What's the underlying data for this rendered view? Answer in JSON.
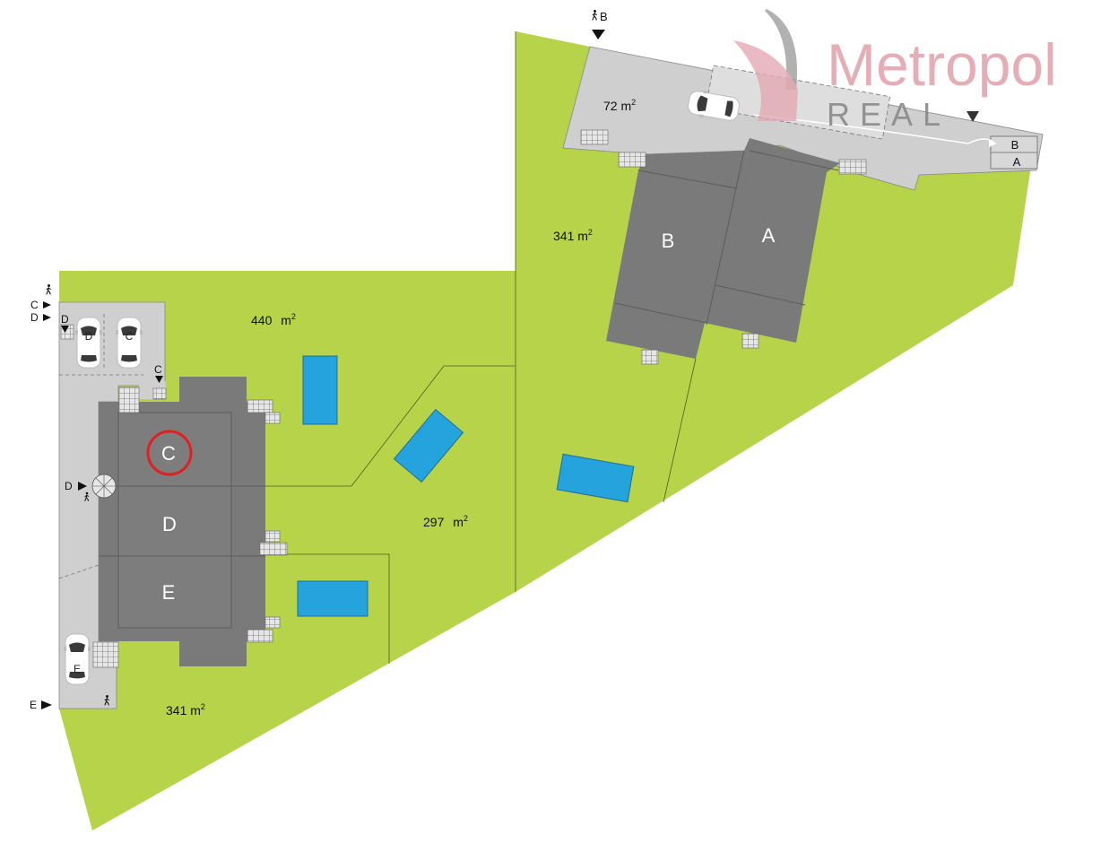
{
  "brand": {
    "name": "Metropol",
    "sub": "REAL",
    "name_color": "#e3a6b0",
    "sub_color": "#8a8a8a"
  },
  "colors": {
    "lawn": "#b6d34a",
    "paving": "#cfcfcf",
    "roof": "#7a7a7a",
    "pool": "#24a3dc",
    "highlight": "#e02020"
  },
  "plots": {
    "top_left": "440",
    "middle": "297",
    "bottom_left": "341",
    "right": "341",
    "parking": "72",
    "unit": "m",
    "unit_sup": "2"
  },
  "houses": {
    "a": "A",
    "b": "B",
    "c": "C",
    "d": "D",
    "e": "E"
  },
  "cars": {
    "d": "D",
    "c": "C",
    "e": "E"
  },
  "entrances": {
    "c": "C",
    "d": "D",
    "d_stairs": "D",
    "c_stairs": "C",
    "d_side": "D",
    "e": "E",
    "b_top": "B"
  },
  "gate": {
    "b": "B",
    "a": "A"
  },
  "selected_house": "C"
}
